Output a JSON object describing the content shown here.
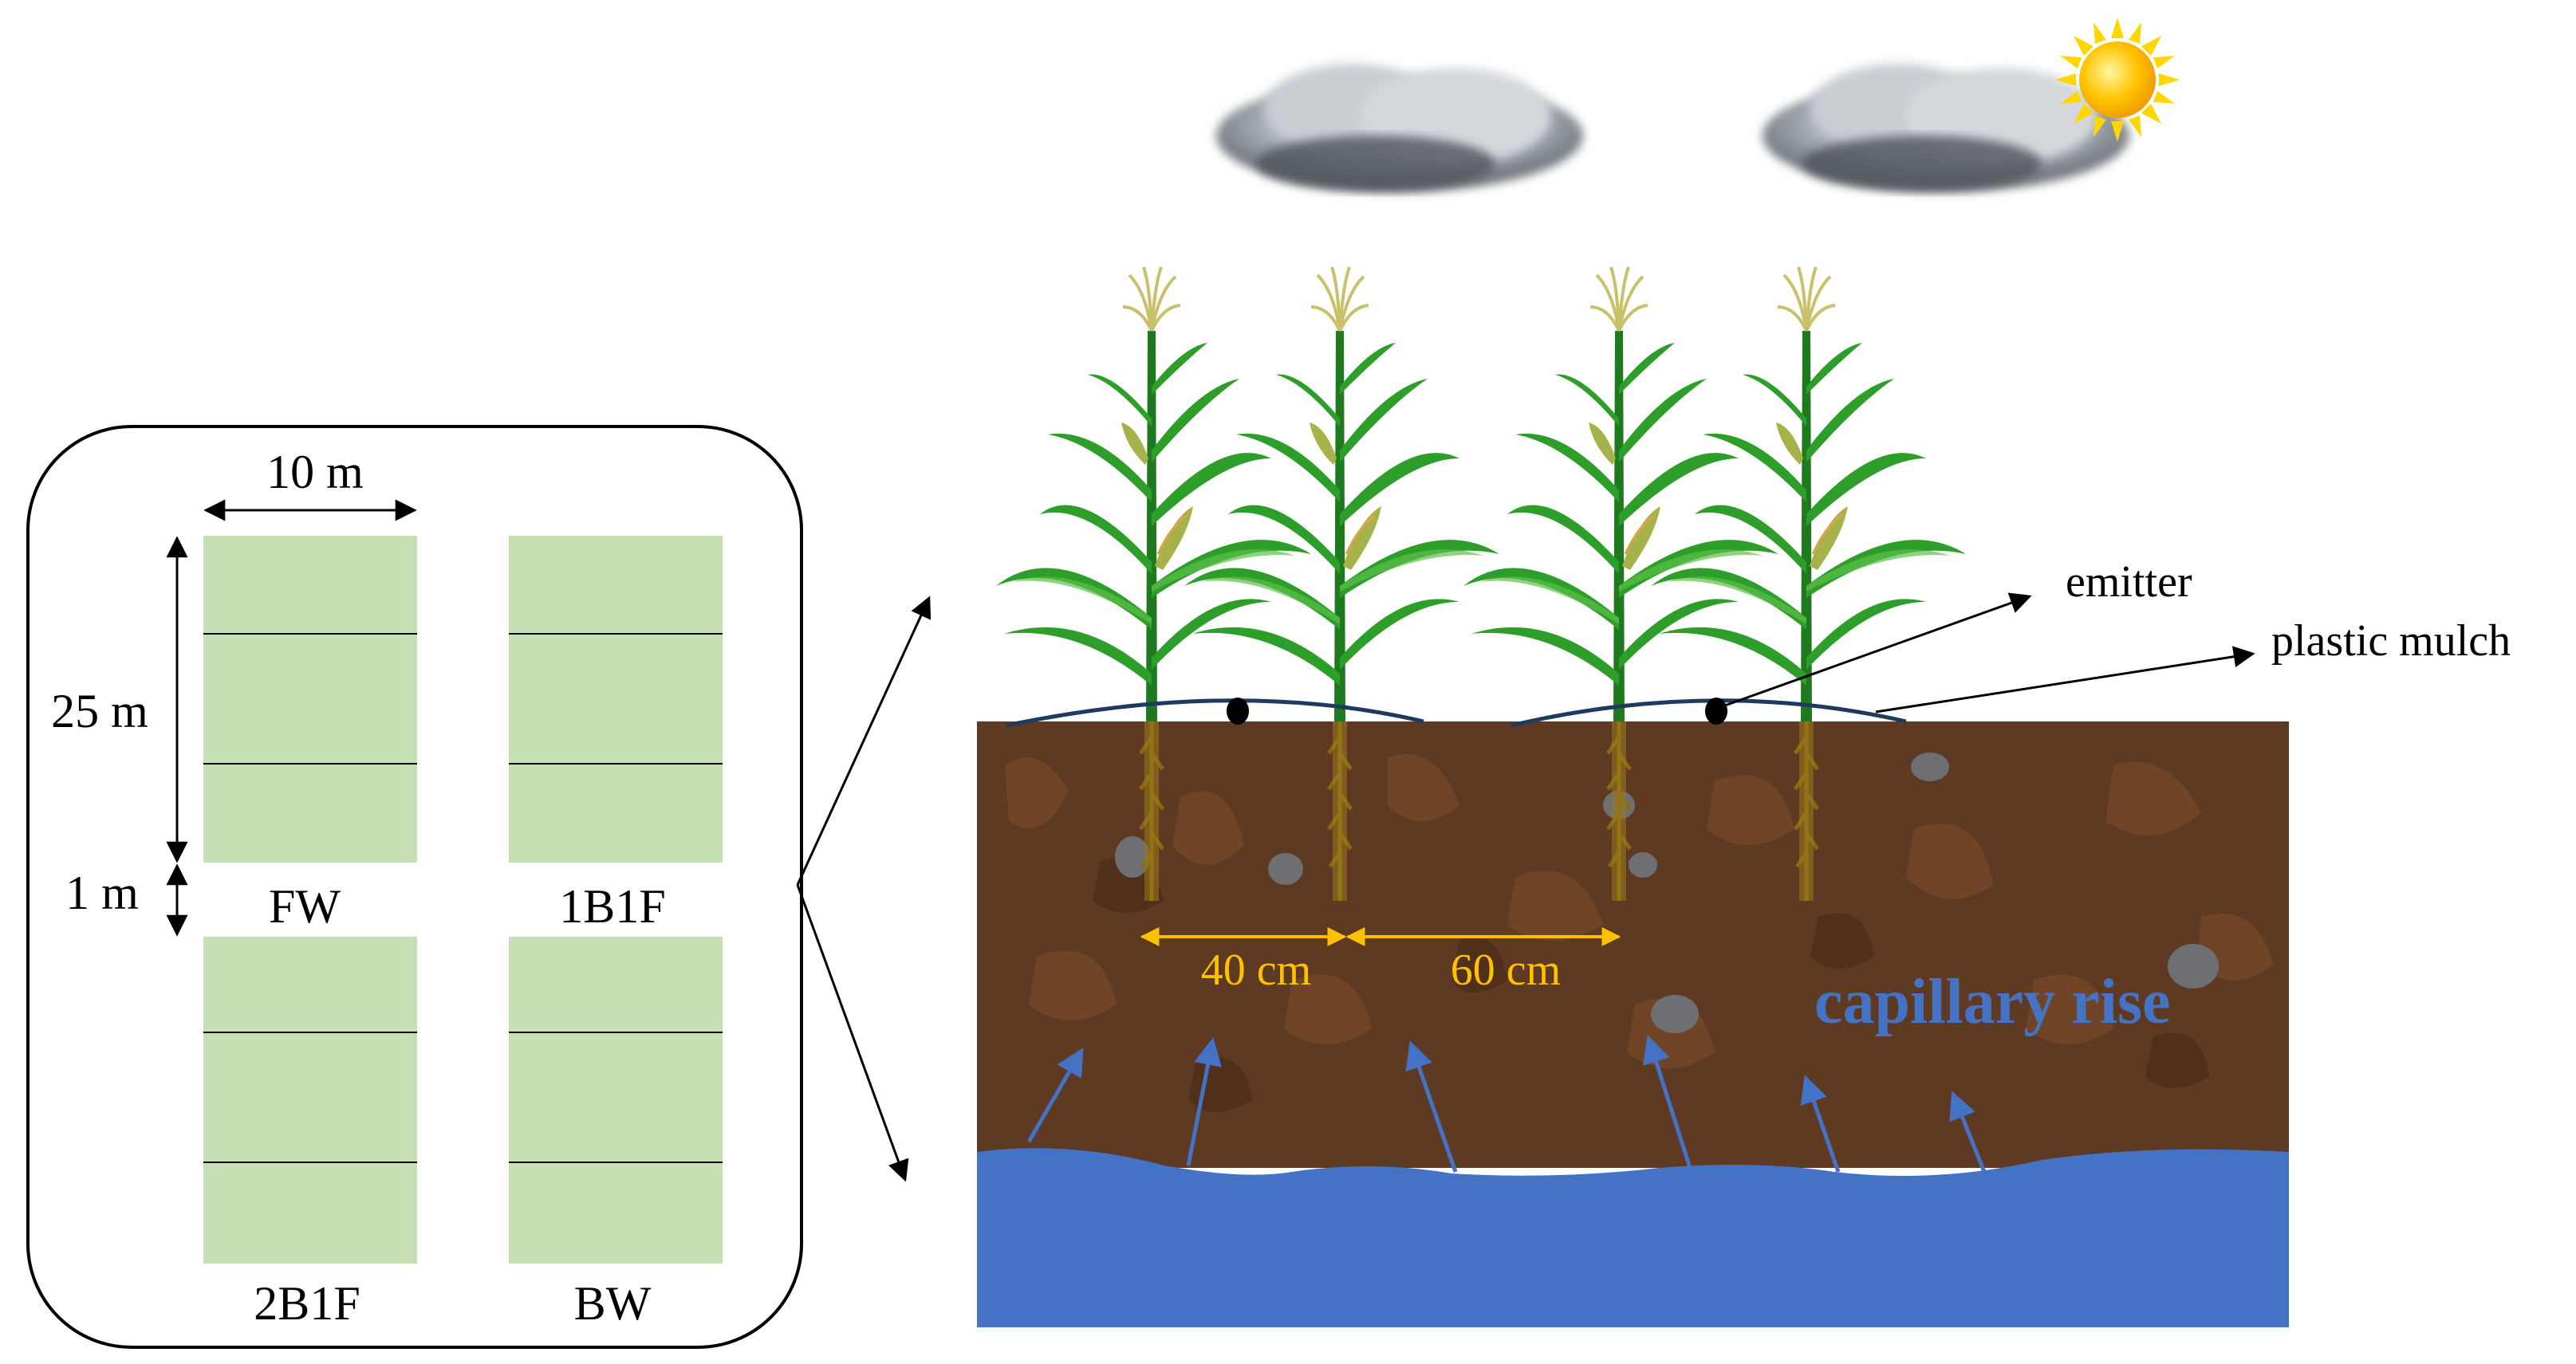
{
  "layout_panel": {
    "width_label": "10 m",
    "length_label": "25 m",
    "gap_label": "1 m",
    "plots": [
      {
        "id": "FW",
        "label": "FW"
      },
      {
        "id": "1B1F",
        "label": "1B1F"
      },
      {
        "id": "2B1F",
        "label": "2B1F"
      },
      {
        "id": "BW",
        "label": "BW"
      }
    ]
  },
  "cross_section": {
    "emitter_label": "emitter",
    "mulch_label": "plastic mulch",
    "spacing_narrow_label": "40 cm",
    "spacing_wide_label": "60 cm",
    "capillary_label": "capillary rise"
  },
  "colors": {
    "plot_fill": "#c5e0b4",
    "soil": "#5e3a22",
    "soil_dark": "#4a2c18",
    "soil_light": "#7a4a2a",
    "water": "#4472c4",
    "capillary_text": "#4472c4",
    "spacing": "#ffc000",
    "leaf": "#2e9e2a",
    "leaf_light": "#5cc04a",
    "stalk": "#1f7a1f",
    "root": "#8a6a10",
    "mulch": "#1f3a5f",
    "sun": "#ffd700"
  },
  "icons": [
    "cloud-icon",
    "sun-icon",
    "corn-plant-icon",
    "rock-icon"
  ]
}
